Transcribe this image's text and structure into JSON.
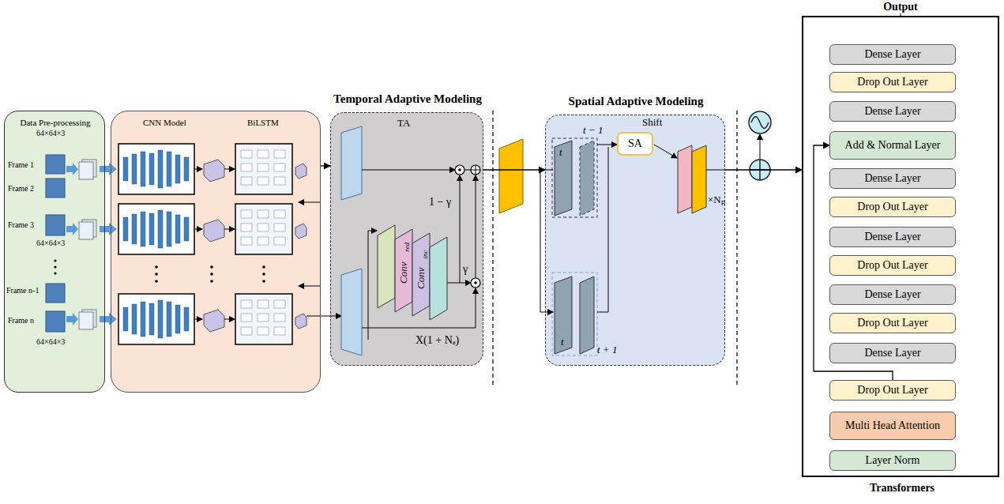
{
  "diagram": {
    "nodes": [
      {
        "text": [
          "Data Pre-processing"
        ]
      },
      {
        "text": [
          "CNN Model",
          "BiLSTM"
        ]
      },
      {
        "text": [
          "Temporal Adaptive Modeling",
          "TA"
        ]
      },
      {
        "text": [
          "Spatial Adaptive Modeling",
          "Shift"
        ]
      },
      {
        "text": [
          "SA"
        ],
        "in": 3
      },
      {
        "text": [
          "Transformers"
        ]
      },
      {
        "text": [
          "Dense Layer"
        ],
        "in": 5
      },
      {
        "text": [
          "Drop Out Layer"
        ],
        "in": 5
      },
      {
        "text": [
          "Dense Layer"
        ],
        "in": 5
      },
      {
        "text": [
          "Add & Normal Layer"
        ],
        "in": 5
      },
      {
        "text": [
          "Dense Layer"
        ],
        "in": 5
      },
      {
        "text": [
          "Drop Out Layer"
        ],
        "in": 5
      },
      {
        "text": [
          "Dense Layer"
        ],
        "in": 5
      },
      {
        "text": [
          "Drop Out Layer"
        ],
        "in": 5
      },
      {
        "text": [
          "Dense Layer"
        ],
        "in": 5
      },
      {
        "text": [
          "Drop Out Layer"
        ],
        "in": 5
      },
      {
        "text": [
          "Dense Layer"
        ],
        "in": 5
      },
      {
        "text": [
          "Drop Out Layer"
        ],
        "in": 5
      },
      {
        "text": [
          "Multi Head Attention"
        ],
        "in": 5
      },
      {
        "text": [
          "Layer Norm"
        ],
        "in": 5
      }
    ],
    "edges": [
      {
        "from": 1,
        "to": 2,
        "arrow": "to"
      },
      {
        "from": 2,
        "to": 3,
        "arrow": "to"
      },
      {
        "from": 3,
        "to": 5,
        "arrow": "to"
      },
      {
        "from": 17,
        "to": 9,
        "arrow": "to"
      }
    ],
    "labels": [
      "64×64×3",
      "Frame 1",
      "Frame 2",
      "Frame 3",
      "64×64×3",
      "Frame n-1",
      "Frame n",
      "64×64×3",
      "Conv",
      "red",
      "Conv",
      "inc",
      "1 − γ",
      "γ",
      "X(1 + Nₐ)",
      "t − 1",
      "t",
      "t",
      "t + 1",
      "×Nₚ",
      "Output"
    ]
  }
}
